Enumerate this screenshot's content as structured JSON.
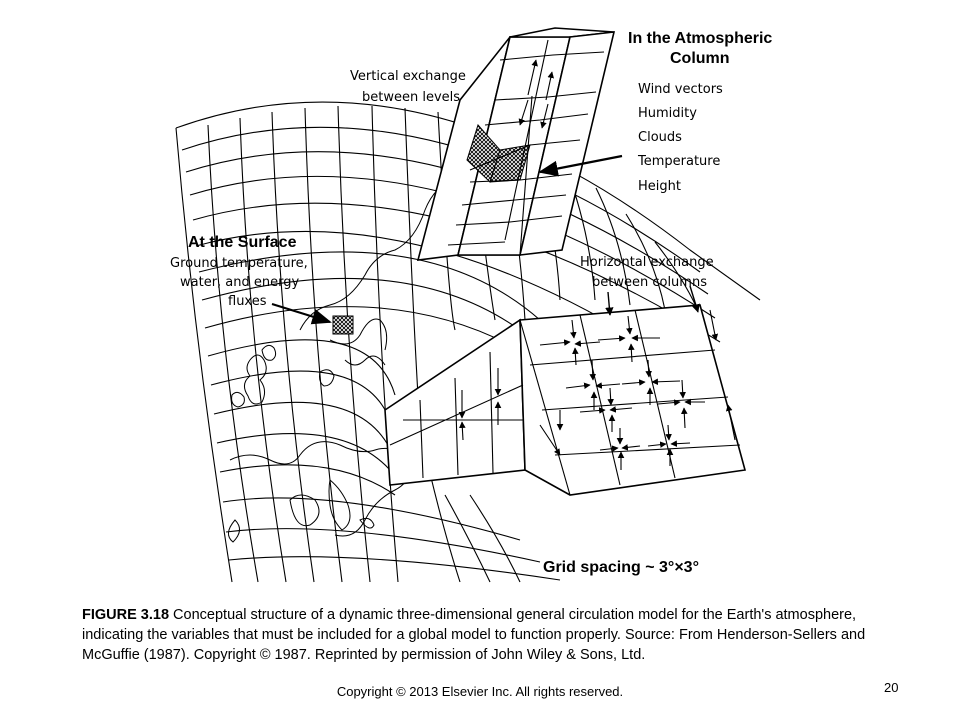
{
  "diagram": {
    "label_atmos_title_1": "In the Atmospheric",
    "label_atmos_title_2": "Column",
    "atmos_variables": [
      "Wind vectors",
      "Humidity",
      "Clouds",
      "Temperature",
      "Height"
    ],
    "label_vertical_1": "Vertical exchange",
    "label_vertical_2": "between levels",
    "label_surface_title": "At the Surface",
    "surface_lines": [
      "Ground temperature,",
      "water, and energy",
      "fluxes"
    ],
    "label_horizontal_1": "Horizontal exchange",
    "label_horizontal_2": "between columns",
    "label_grid": "Grid spacing ~ 3°×3°"
  },
  "caption": {
    "figure_number": "FIGURE 3.18",
    "text": " Conceptual structure of a dynamic three-dimensional general circulation model for the Earth's atmosphere, indicating the variables that must be included for a global model to function properly. Source: From Henderson-Sellers and McGuffie (1987). Copyright © 1987. Reprinted by permission of John Wiley & Sons, Ltd."
  },
  "footer": {
    "copyright": "Copyright © 2013 Elsevier Inc. All rights reserved.",
    "page_number": "20"
  }
}
